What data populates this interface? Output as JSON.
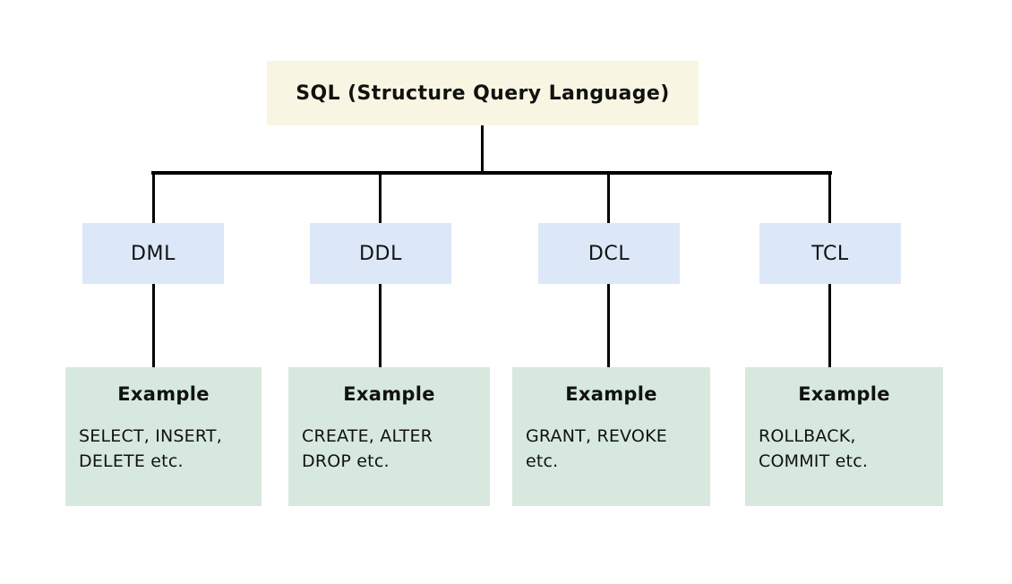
{
  "diagram": {
    "root": {
      "label": "SQL (Structure Query Language)"
    },
    "branches": [
      {
        "label": "DML",
        "example_title": "Example",
        "example": "SELECT, INSERT,\nDELETE etc."
      },
      {
        "label": "DDL",
        "example_title": "Example",
        "example": "CREATE, ALTER\nDROP etc."
      },
      {
        "label": "DCL",
        "example_title": "Example",
        "example": "GRANT, REVOKE\netc."
      },
      {
        "label": "TCL",
        "example_title": "Example",
        "example": "ROLLBACK,\nCOMMIT etc."
      }
    ],
    "colors": {
      "background": "#ffffff",
      "root_bg": "#f8f6e3",
      "category_bg": "#dce8f8",
      "example_bg": "#d7e9de",
      "line": "#000000",
      "text": "#111111"
    }
  }
}
